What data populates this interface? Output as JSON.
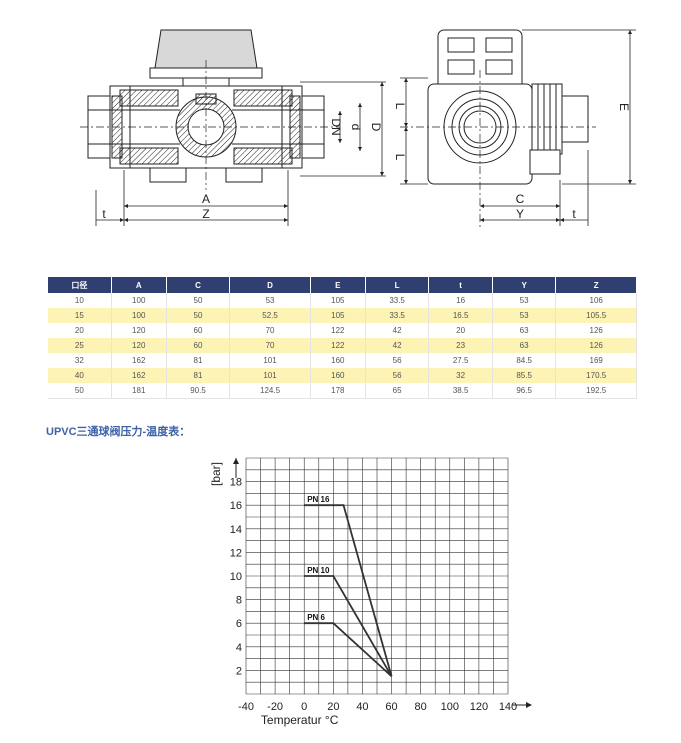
{
  "drawing": {
    "front_labels": {
      "A": "A",
      "Z": "Z",
      "t": "t",
      "DN": "DN",
      "d": "d",
      "D": "D"
    },
    "side_labels": {
      "L_top": "L",
      "L_bottom": "L",
      "E": "E",
      "C": "C",
      "Y": "Y",
      "t": "t"
    }
  },
  "table": {
    "headers": [
      "口径",
      "A",
      "C",
      "D",
      "E",
      "L",
      "t",
      "Y",
      "Z"
    ],
    "rows": [
      [
        "10",
        "100",
        "50",
        "53",
        "105",
        "33.5",
        "16",
        "53",
        "106"
      ],
      [
        "15",
        "100",
        "50",
        "52.5",
        "105",
        "33.5",
        "16.5",
        "53",
        "105.5"
      ],
      [
        "20",
        "120",
        "60",
        "70",
        "122",
        "42",
        "20",
        "63",
        "126"
      ],
      [
        "25",
        "120",
        "60",
        "70",
        "122",
        "42",
        "23",
        "63",
        "126"
      ],
      [
        "32",
        "162",
        "81",
        "101",
        "160",
        "56",
        "27.5",
        "84.5",
        "169"
      ],
      [
        "40",
        "162",
        "81",
        "101",
        "160",
        "56",
        "32",
        "85.5",
        "170.5"
      ],
      [
        "50",
        "181",
        "90.5",
        "124.5",
        "178",
        "65",
        "38.5",
        "96.5",
        "192.5"
      ]
    ],
    "header_bg": "#2f3f72",
    "stripe_color": "#fcf3b4"
  },
  "chart_title": "UPVC三通球阀压力-温度表：",
  "chart_data": {
    "type": "line",
    "xlabel": "Temperatur °C",
    "ylabel": "[bar]",
    "xlim": [
      -40,
      140
    ],
    "ylim": [
      0,
      20
    ],
    "x_ticks": [
      -40,
      -20,
      0,
      20,
      40,
      60,
      80,
      100,
      120,
      140
    ],
    "y_ticks": [
      2,
      4,
      6,
      8,
      10,
      12,
      14,
      16,
      18
    ],
    "grid": true,
    "series": [
      {
        "name": "PN 16",
        "x": [
          0,
          27,
          60
        ],
        "y": [
          16,
          16,
          1.5
        ]
      },
      {
        "name": "PN 10",
        "x": [
          0,
          20,
          60
        ],
        "y": [
          10,
          10,
          1.5
        ]
      },
      {
        "name": "PN 6",
        "x": [
          0,
          20,
          60
        ],
        "y": [
          6,
          6,
          1.5
        ]
      }
    ]
  }
}
